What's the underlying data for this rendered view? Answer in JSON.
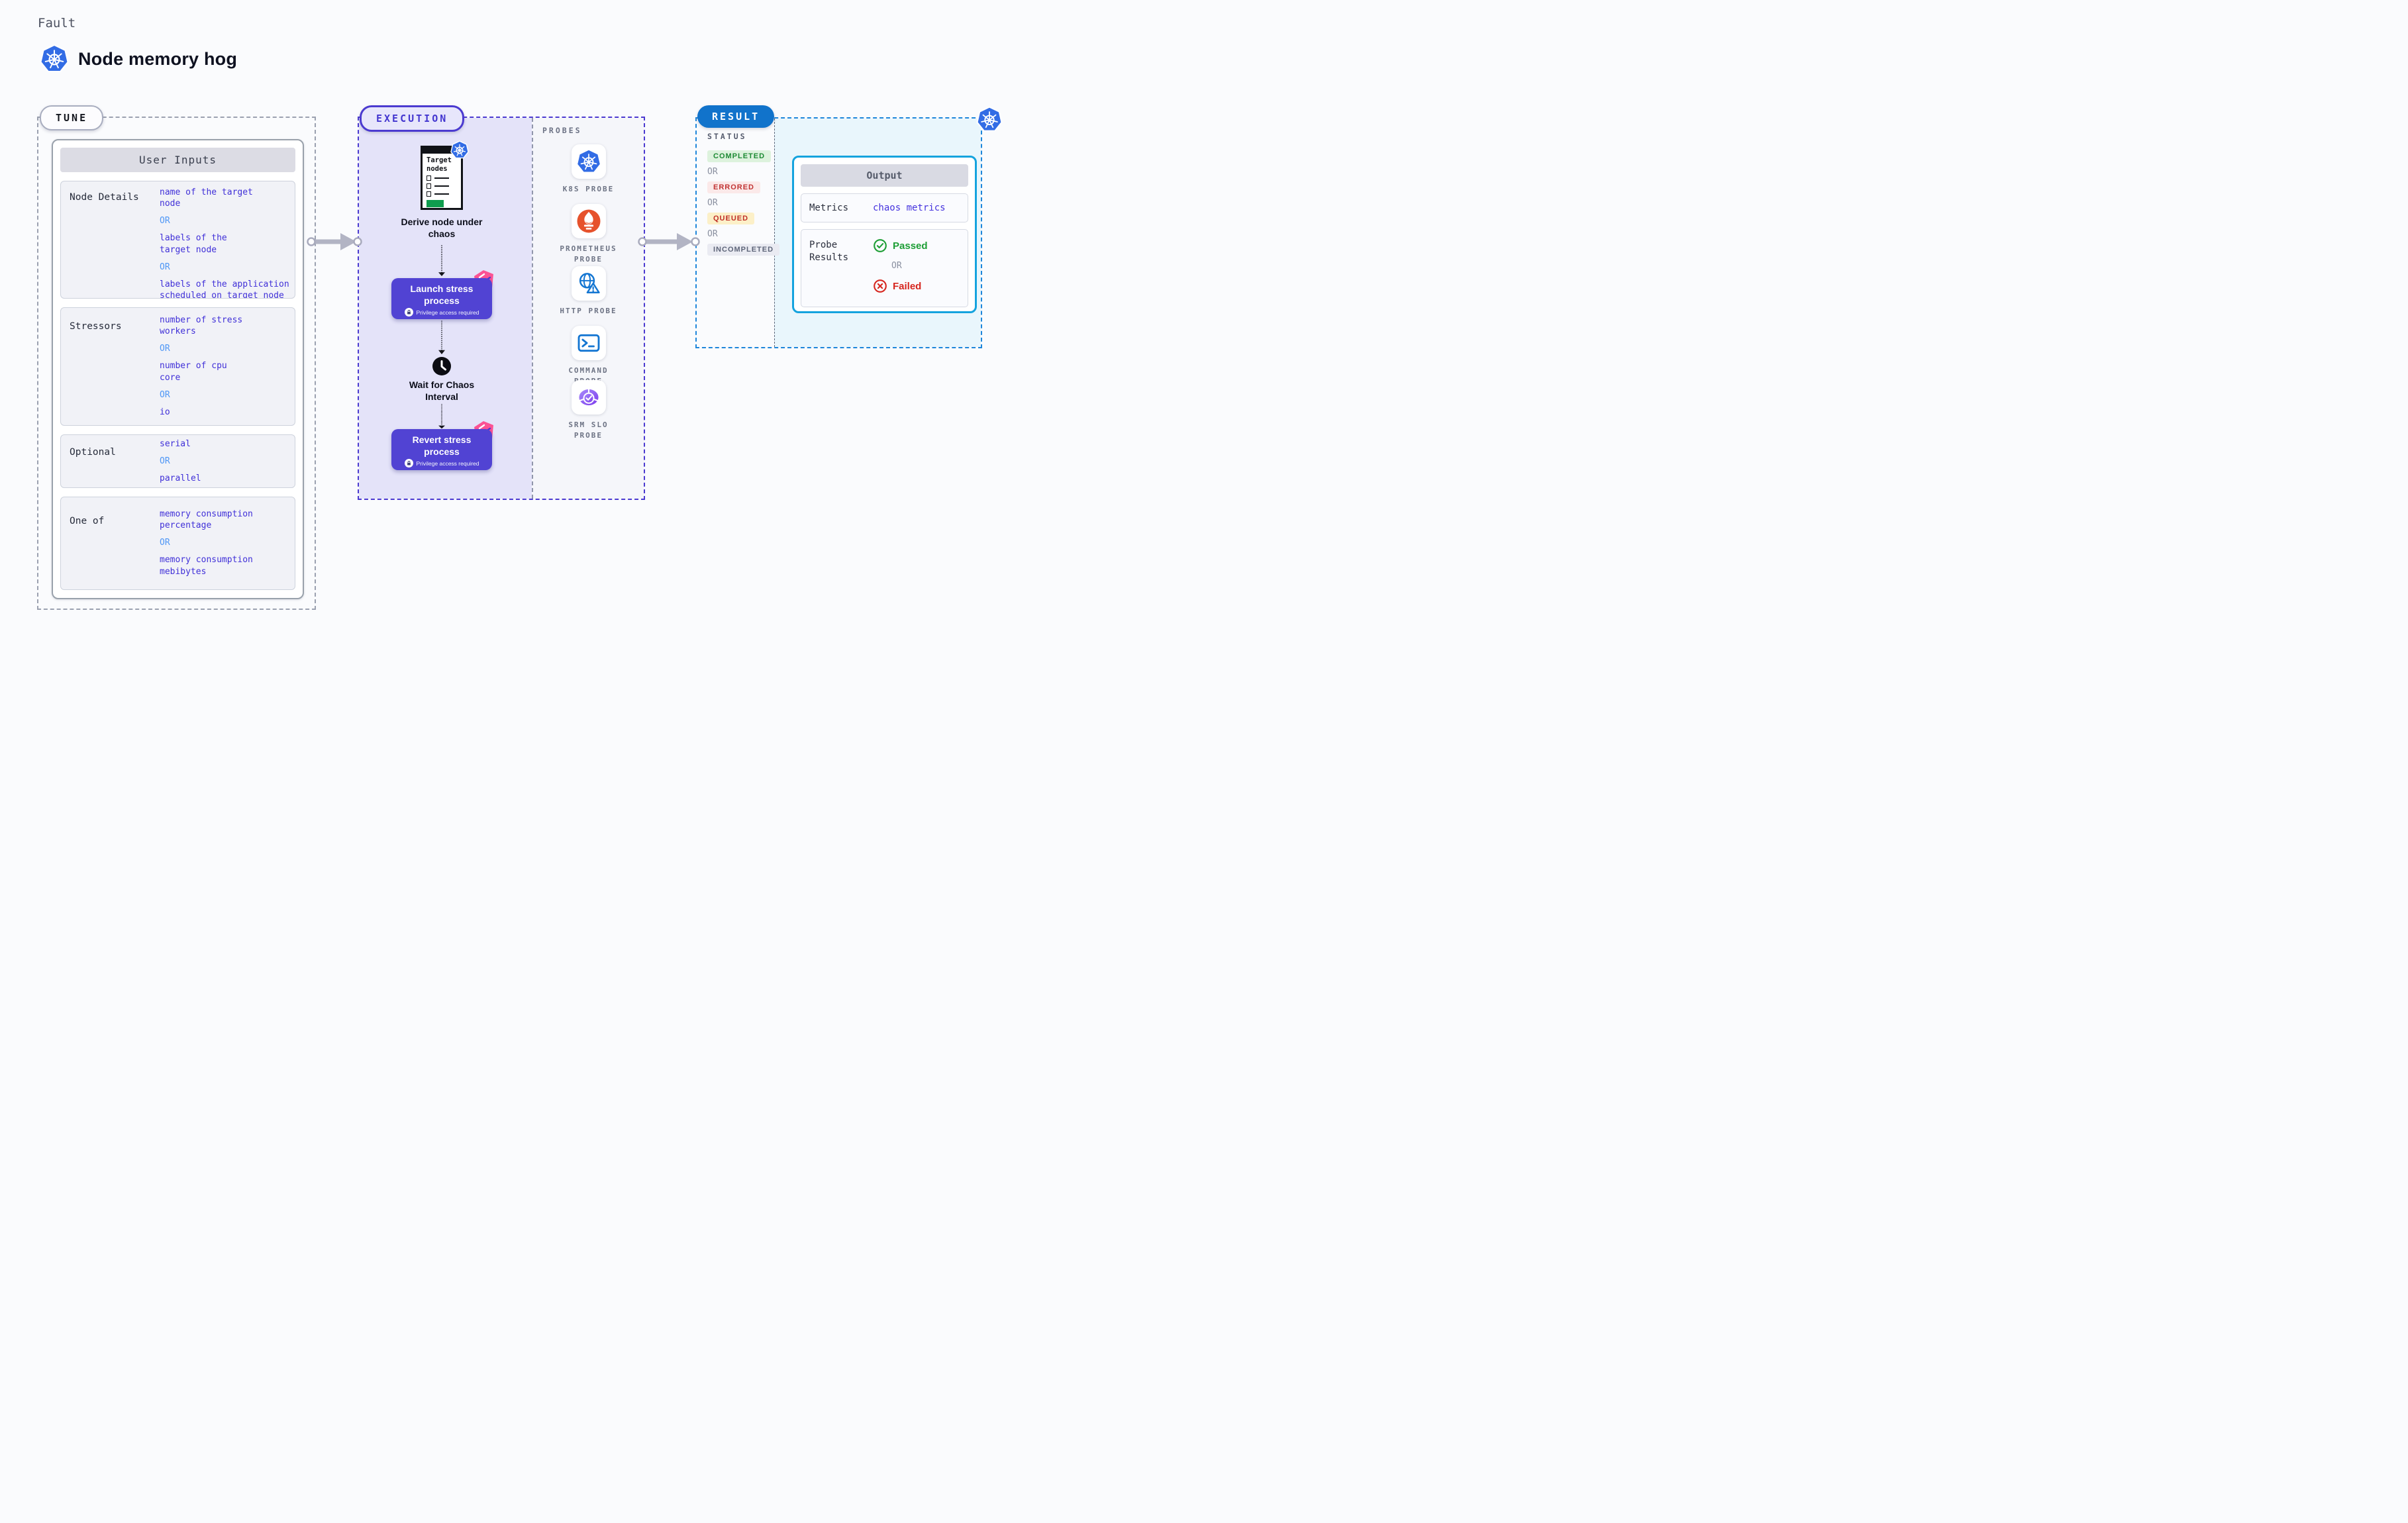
{
  "page": {
    "eyebrow": "Fault",
    "title": "Node memory hog"
  },
  "tune": {
    "badge": "TUNE",
    "table_title": "User Inputs",
    "or": "OR",
    "rows": [
      {
        "label": "Node Details",
        "values": [
          "name of the target\nnode",
          "labels of the\ntarget node",
          "labels of the application\n scheduled on target node"
        ]
      },
      {
        "label": "Stressors",
        "values": [
          "number of stress\nworkers",
          "number of cpu\ncore",
          "io"
        ]
      },
      {
        "label": "Optional",
        "values": [
          "serial",
          "parallel"
        ]
      },
      {
        "label": "One of",
        "values": [
          "memory consumption\npercentage",
          "memory consumption\nmebibytes"
        ]
      }
    ]
  },
  "execution": {
    "badge": "EXECUTION",
    "doc_title": "Target\nnodes",
    "derive_label": "Derive node under\nchaos",
    "launch": {
      "title": "Launch stress\nprocess",
      "privilege": "Privilege access required"
    },
    "wait_label": "Wait for Chaos\nInterval",
    "revert": {
      "title": "Revert stress\nprocess",
      "privilege": "Privilege access required"
    }
  },
  "probes": {
    "title": "PROBES",
    "items": [
      {
        "label": "K8S PROBE",
        "icon": "kubernetes-icon"
      },
      {
        "label": "PROMETHEUS\nPROBE",
        "icon": "prometheus-icon"
      },
      {
        "label": "HTTP PROBE",
        "icon": "http-globe-icon"
      },
      {
        "label": "COMMAND\nPROBE",
        "icon": "command-terminal-icon"
      },
      {
        "label": "SRM SLO\nPROBE",
        "icon": "srm-slo-icon"
      }
    ]
  },
  "result": {
    "badge": "RESULT",
    "status_title": "STATUS",
    "or": "OR",
    "statuses": [
      {
        "label": "COMPLETED",
        "type": "completed"
      },
      {
        "label": "ERRORED",
        "type": "errored"
      },
      {
        "label": "QUEUED",
        "type": "queued"
      },
      {
        "label": "INCOMPLETED",
        "type": "incompleted"
      }
    ],
    "output": {
      "title": "Output",
      "metrics_label": "Metrics",
      "metrics_value": "chaos metrics",
      "probe_results_label": "Probe\nResults",
      "passed": "Passed",
      "failed": "Failed"
    }
  },
  "colors": {
    "accent_indigo": "#5143d3",
    "value_text": "#4030d8",
    "or_text": "#4f97f6",
    "execution_border": "#4b3ad0",
    "result_blue": "#1173cb",
    "output_border": "#14a3de",
    "kubernetes_blue": "#326ce5",
    "prometheus_orange": "#e6522c",
    "probe_icon_blue": "#1476d2",
    "srm_purple": "#7c3aed",
    "passed_green": "#1d9e35",
    "failed_red": "#d6261f",
    "ribbon_pink": "#fb5394"
  }
}
